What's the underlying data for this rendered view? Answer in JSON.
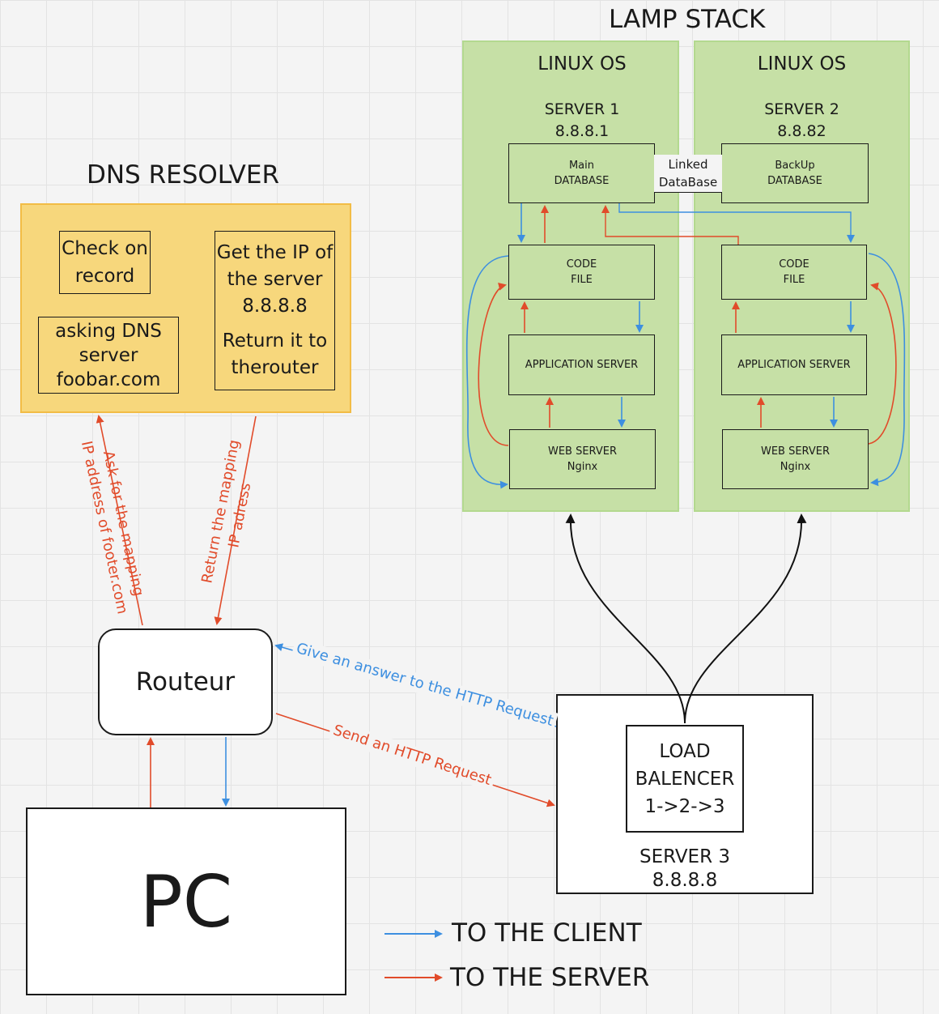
{
  "lamp": {
    "title": "LAMP STACK",
    "server1": {
      "os": "LINUX OS",
      "name": "SERVER 1",
      "ip": "8.8.8.1",
      "db_line1": "Main",
      "db_line2": "DATABASE",
      "code_line1": "CODE",
      "code_line2": "FILE",
      "app": "APPLICATION SERVER",
      "web_line1": "WEB SERVER",
      "web_line2": "Nginx"
    },
    "server2": {
      "os": "LINUX OS",
      "name": "SERVER 2",
      "ip": "8.8.82",
      "db_line1": "BackUp",
      "db_line2": "DATABASE",
      "code_line1": "CODE",
      "code_line2": "FILE",
      "app": "APPLICATION SERVER",
      "web_line1": "WEB SERVER",
      "web_line2": "Nginx"
    },
    "link_line1": "Linked",
    "link_line2": "DataBase"
  },
  "dns": {
    "title": "DNS RESOLVER",
    "check_line1": "Check on",
    "check_line2": "record",
    "ask_line1": "asking DNS",
    "ask_line2": "server",
    "ask_line3": "foobar.com",
    "getip_line1": "Get the IP of",
    "getip_line2": "the server",
    "getip_line3": "8.8.8.8",
    "getip_line4": "Return it to",
    "getip_line5": "therouter"
  },
  "arrows": {
    "ask_line1": "Ask for the mapping",
    "ask_line2": "IP address of footer.com",
    "return_line1": "Return the mapping",
    "return_line2": "IP adress",
    "answer": "Give an answer to the HTTP Request",
    "send": "Send an HTTP Request"
  },
  "router": {
    "label": "Routeur"
  },
  "pc": {
    "label": "PC"
  },
  "server3": {
    "lb_line1": "LOAD",
    "lb_line2": "BALENCER",
    "lb_line3": "1->2->3",
    "name": "SERVER 3",
    "ip": "8.8.8.8"
  },
  "legend": {
    "client": "TO THE CLIENT",
    "server": "TO THE SERVER",
    "client_color": "#3d8fe0",
    "server_color": "#e14b2a"
  }
}
